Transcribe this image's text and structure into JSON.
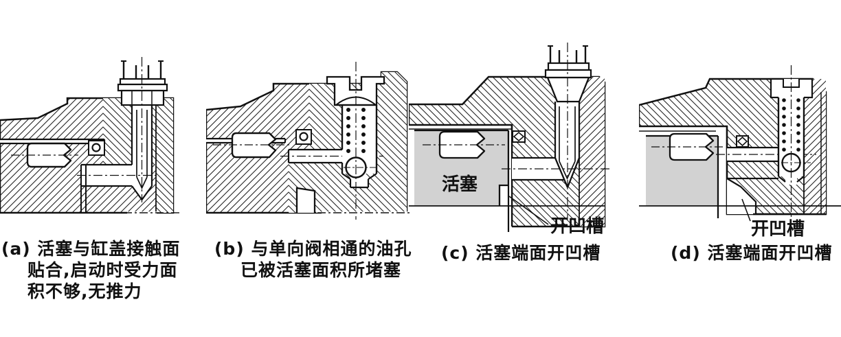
{
  "figure": {
    "background": "#ffffff",
    "line_color": "#111111",
    "piston_fill": "#d2d2d2",
    "panels": {
      "a": {
        "caption_line1": "(a) 活塞与缸盖接触面",
        "caption_line2": "贴合,启动时受力面",
        "caption_line3": "积不够,无推力"
      },
      "b": {
        "caption_line1": "(b) 与单向阀相通的油孔",
        "caption_line2": "已被活塞面积所堵塞"
      },
      "c": {
        "caption": "(c) 活塞端面开凹槽",
        "piston_label": "活塞",
        "groove_label": "开凹槽"
      },
      "d": {
        "caption": "(d) 活塞端面开凹槽",
        "groove_label": "开凹槽"
      }
    }
  }
}
